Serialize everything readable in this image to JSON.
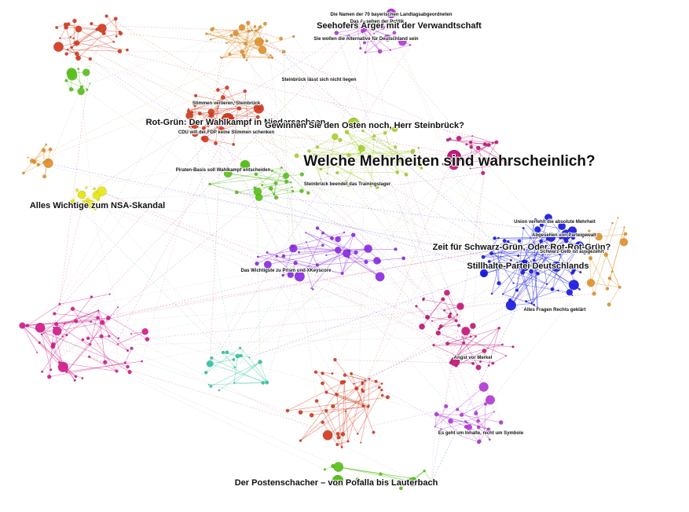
{
  "colors": {
    "red": "#d23a1e",
    "orange": "#e0902a",
    "magenta": "#d01c8b",
    "pink": "#c2187a",
    "purple": "#8a2be2",
    "violet": "#b23ad6",
    "blue": "#1a1adf",
    "green": "#58c01a",
    "lime": "#a6d12a",
    "yellow": "#e6e61a",
    "teal": "#2ec4a0",
    "edge": "#b8a9a0"
  },
  "labels": [
    {
      "text": "Die Namen der 70 bayerischen Landtagsabgeordneten",
      "size": "small"
    },
    {
      "text": "Das Ansehen der Politik",
      "size": "small"
    },
    {
      "text": "Seehofers Ärger mit der Verwandtschaft",
      "size": "medium"
    },
    {
      "text": "Sie wollen die Alternative für Deutschland sein",
      "size": "small"
    },
    {
      "text": "Steinbrück lässt sich nicht liegen",
      "size": "small"
    },
    {
      "text": "Stimmen verlieren, Steinbrück",
      "size": "small"
    },
    {
      "text": "Rot-Grün: Der Wahlkampf in Niedersachsen",
      "size": "medium"
    },
    {
      "text": "CDU will der FDP keine Stimmen schenken",
      "size": "small"
    },
    {
      "text": "Gewinnen Sie den Osten noch, Herr Steinbrück?",
      "size": "medium"
    },
    {
      "text": "Welche Mehrheiten sind wahrscheinlich?",
      "size": "large"
    },
    {
      "text": "Piraten-Basis soll Wahlkampf entscheiden",
      "size": "small"
    },
    {
      "text": "Steinbrück beendet das Trainingslager",
      "size": "small"
    },
    {
      "text": "Alles Wichtige zum NSA-Skandal",
      "size": "medium"
    },
    {
      "text": "Union verfehlt die absolute Mehrheit",
      "size": "small"
    },
    {
      "text": "Abgesehen von Parteigewalt",
      "size": "small"
    },
    {
      "text": "Zeit für Schwarz-Grün, Oder Rot-Rot-Grün?",
      "size": "medium"
    },
    {
      "text": "Schwarz-Gelb ist ausgezehrt",
      "size": "small"
    },
    {
      "text": "Stillhalte-Partei Deutschlands",
      "size": "medium"
    },
    {
      "text": "Das Wichtigste zu Prism und XKeyscore",
      "size": "small"
    },
    {
      "text": "Alles Fragen Rechts geklärt",
      "size": "small"
    },
    {
      "text": "Angst vor Merkel",
      "size": "small"
    },
    {
      "text": "Es geht um Inhalte, nicht um Symbole",
      "size": "small"
    },
    {
      "text": "Der Postenschacher – von Pofalla bis Lauterbach",
      "size": "medium"
    }
  ],
  "clusters": [
    {
      "name": "red-top",
      "color": "red",
      "count": 30
    },
    {
      "name": "orange-top",
      "color": "orange",
      "count": 34
    },
    {
      "name": "magenta-top",
      "color": "violet",
      "count": 24
    },
    {
      "name": "orange-left",
      "color": "red",
      "count": 38
    },
    {
      "name": "lime-center",
      "color": "lime",
      "count": 34
    },
    {
      "name": "pink-center",
      "color": "pink",
      "count": 22
    },
    {
      "name": "green-mid",
      "color": "green",
      "count": 22
    },
    {
      "name": "yellow-left",
      "color": "yellow",
      "count": 16
    },
    {
      "name": "orange-farleft",
      "color": "orange",
      "count": 12
    },
    {
      "name": "purple-center",
      "color": "purple",
      "count": 40
    },
    {
      "name": "blue-right",
      "color": "blue",
      "count": 70
    },
    {
      "name": "orange-right",
      "color": "orange",
      "count": 16
    },
    {
      "name": "magenta-left",
      "color": "magenta",
      "count": 56
    },
    {
      "name": "teal-low",
      "color": "teal",
      "count": 18
    },
    {
      "name": "red-bottom",
      "color": "red",
      "count": 48
    },
    {
      "name": "violet-bottom",
      "color": "violet",
      "count": 26
    },
    {
      "name": "pink-lowright",
      "color": "pink",
      "count": 24
    },
    {
      "name": "green-bottom",
      "color": "green",
      "count": 12
    },
    {
      "name": "green-left",
      "color": "green",
      "count": 10
    },
    {
      "name": "red-midright",
      "color": "pink",
      "count": 18
    }
  ]
}
